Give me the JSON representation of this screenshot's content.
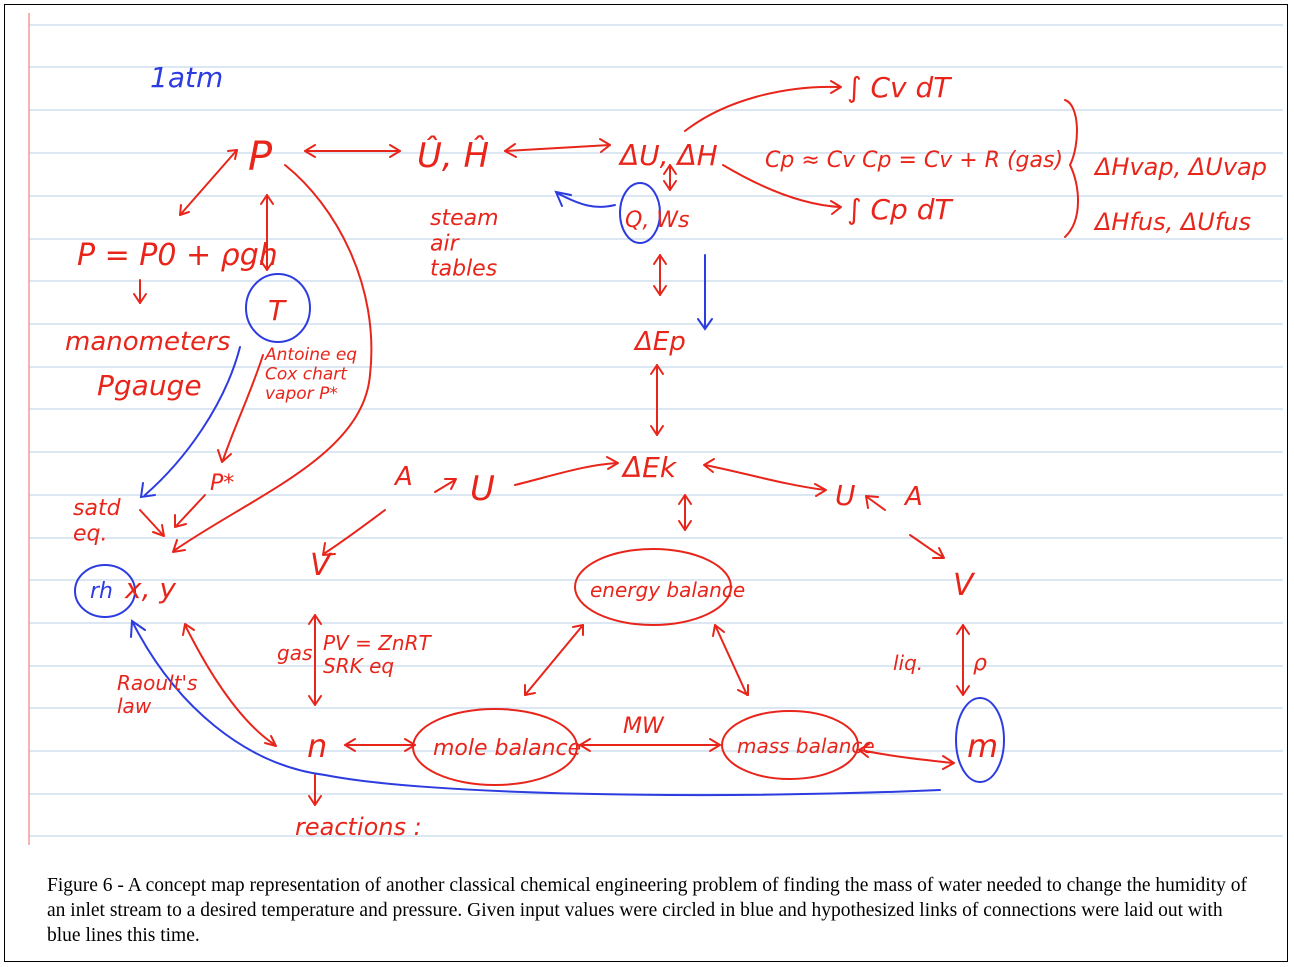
{
  "figure": {
    "caption": "Figure 6 - A concept map representation of another classical chemical engineering problem of finding the mass of water needed to change the humidity of an inlet stream to a desired temperature and pressure.  Given input values were circled in blue and hypothesized links of connections were laid out with blue lines this time."
  },
  "diagram": {
    "nodes": {
      "one_atm": "1atm",
      "pressure": "P",
      "specific_u_h": "Û, Ĥ",
      "steam_air_tables": "steam\nair\ntables",
      "delta_u_h": "ΔU, ΔH",
      "int_cv": "∫ Cv dT",
      "cp_relations": "Cp ≈ Cv   Cp = Cv + R (gas)",
      "int_cp": "∫ Cp dT",
      "latent_heats_top": "ΔHvap, ΔUvap",
      "latent_heats_bottom": "ΔHfus, ΔUfus",
      "q_ws": "Q, Ws",
      "hydrostatic": "P = P0 + ρgh",
      "manometers": "manometers",
      "p_gauge": "Pgauge",
      "temperature": "T",
      "antoine": "Antoine eq\nCox chart\nvapor P*",
      "delta_ep": "ΔEp",
      "delta_ek": "ΔEk",
      "satd_eq": "satd\neq.",
      "p_star": "P*",
      "internal_energy": "U",
      "a_left": "A",
      "a_right": "A",
      "u_dot_right": "U",
      "composition": "x, y",
      "rh": "rh",
      "vol_flow_left": "V",
      "vol_flow_right": "V",
      "energy_balance": "energy balance",
      "gas_label": "gas",
      "gas_eqs": "PV = ZnRT\nSRK eq",
      "liquid_label": "liq.",
      "rho": "ρ",
      "raoults_law": "Raoult's\nlaw",
      "molar_flow": "n",
      "mole_balance": "mole balance",
      "mw": "MW",
      "mass_balance": "mass balance",
      "mass_flow": "m",
      "reactions": "reactions :"
    }
  }
}
